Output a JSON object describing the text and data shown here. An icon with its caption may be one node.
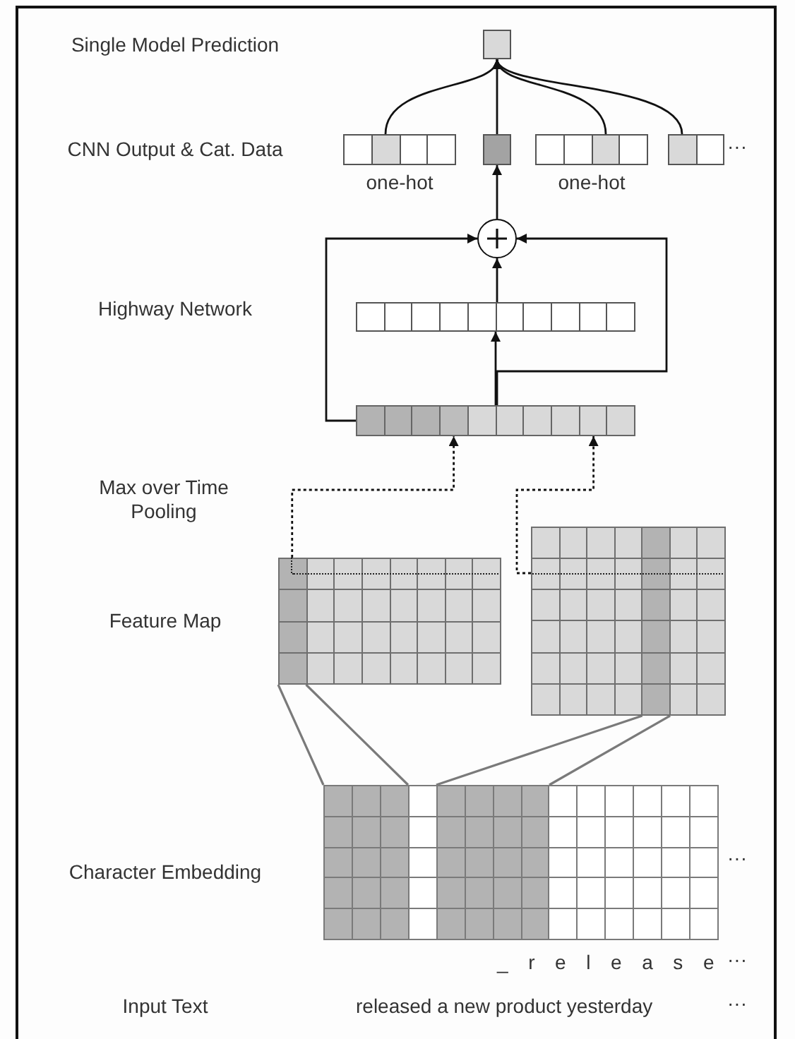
{
  "diagram": {
    "nodes": [
      {
        "text": [],
        "shape": "box"
      },
      {
        "text": [],
        "shape": "bar",
        "beside": [
          "one-hot"
        ]
      },
      {
        "text": [],
        "shape": "box"
      },
      {
        "text": [],
        "shape": "bar",
        "beside": [
          "one-hot"
        ]
      },
      {
        "text": [],
        "shape": "bar",
        "beside": [
          "···"
        ]
      },
      {
        "text": [],
        "shape": "circle"
      },
      {
        "text": [],
        "shape": "bar"
      },
      {
        "text": [],
        "shape": "bar"
      },
      {
        "text": [],
        "shape": "grid"
      },
      {
        "text": [],
        "shape": "grid"
      },
      {
        "text": [],
        "shape": "grid",
        "beside": [
          "···",
          "_ r e l e a s e"
        ]
      }
    ],
    "edges": [
      {
        "from": 1,
        "to": 0,
        "arrow": "to"
      },
      {
        "from": 2,
        "to": 0,
        "arrow": "to"
      },
      {
        "from": 3,
        "to": 0,
        "arrow": "to"
      },
      {
        "from": 4,
        "to": 0,
        "arrow": "to"
      },
      {
        "from": 5,
        "to": 2,
        "arrow": "to"
      },
      {
        "from": 6,
        "to": 5,
        "arrow": "to"
      },
      {
        "from": 7,
        "to": 6,
        "arrow": "to"
      },
      {
        "from": 7,
        "to": 5,
        "arrow": "to"
      },
      {
        "from": 7,
        "to": 5,
        "arrow": "to"
      },
      {
        "from": 8,
        "to": 7,
        "arrow": "to",
        "style": "dashed"
      },
      {
        "from": 9,
        "to": 7,
        "arrow": "to",
        "style": "dashed"
      },
      {
        "from": 10,
        "to": 8,
        "arrow": "none",
        "color": "#7a7a7a"
      },
      {
        "from": 10,
        "to": 9,
        "arrow": "none",
        "color": "#7a7a7a"
      }
    ],
    "labels": [
      "Single Model Prediction",
      "CNN Output & Cat. Data",
      "Highway Network",
      "Max over Time Pooling",
      "Feature Map",
      "Character Embedding",
      "···",
      "Input Text",
      "released a new product yesterday",
      "···"
    ]
  }
}
